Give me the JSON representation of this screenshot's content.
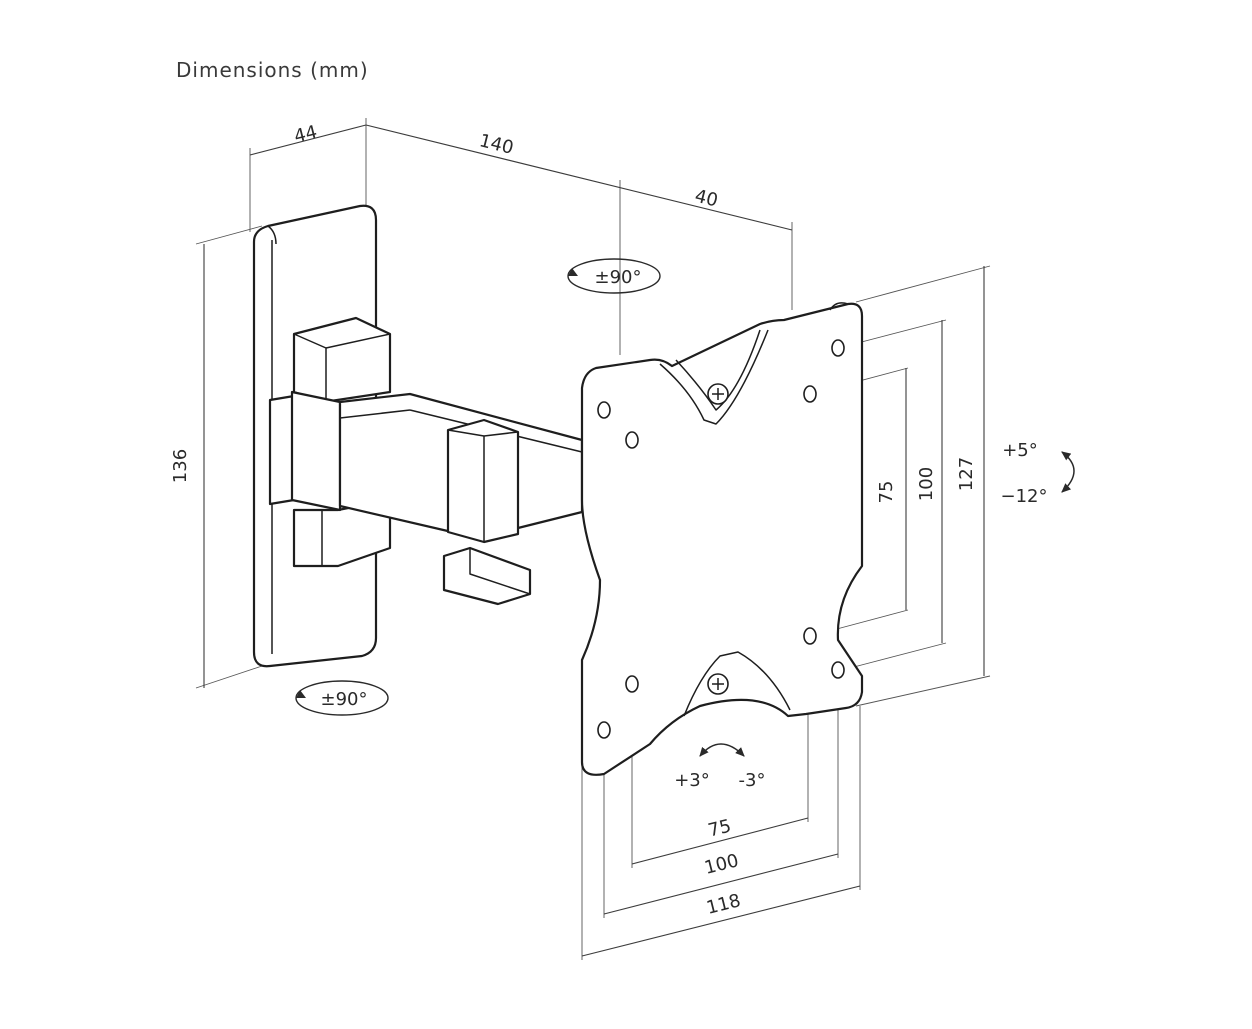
{
  "heading": "Dimensions (mm)",
  "dimensions": {
    "mount_depth": "44",
    "arm_length": "140",
    "plate_offset": "40",
    "wall_plate_height": "136",
    "plate_height": "127",
    "hole_span_v_outer": "100",
    "hole_span_v_inner": "75",
    "hole_span_h_inner": "75",
    "hole_span_h_outer": "100",
    "plate_width": "118"
  },
  "rotations": {
    "swivel_top": "±90°",
    "swivel_bottom": "±90°",
    "tilt_up": "+5°",
    "tilt_down": "−12°",
    "level_left": "+3°",
    "level_right": "-3°"
  },
  "icons": [
    "rotation-arrow-icon",
    "tilt-arrow-icon",
    "level-arrow-icon"
  ]
}
